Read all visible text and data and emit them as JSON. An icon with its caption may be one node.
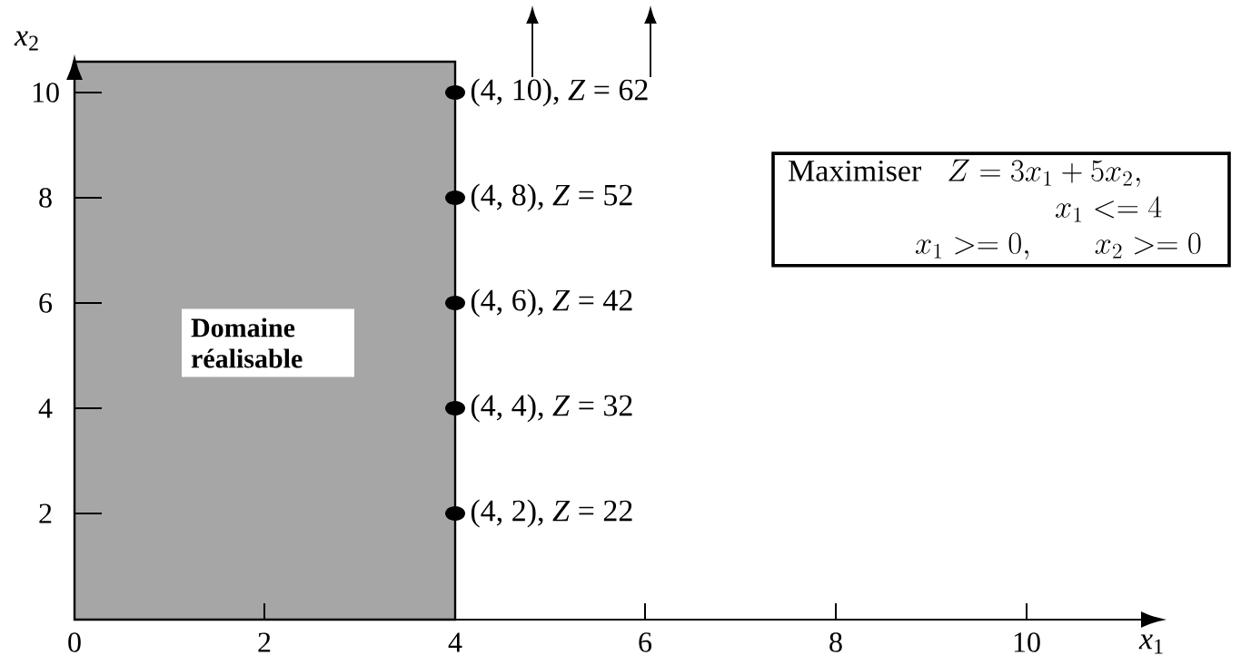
{
  "diagram": {
    "nodes": [
      {
        "text": [
          "Domaine réalisable"
        ]
      },
      {
        "text": [
          "Maximiser",
          "Z = 3x_1 + 5x_2,",
          "x_1<=4",
          "x_1>=0,",
          "x_2>=0"
        ]
      }
    ],
    "labels": [
      "*x*$_{2}$",
      "10",
      "(4, 10), *Z* = 62",
      "8",
      "(4, 8), *Z* = 52",
      "6",
      "(4, 6), *Z* = 42",
      "4",
      "(4, 4), *Z* = 32",
      "2",
      "(4, 2), *Z* = 22",
      "0",
      "2",
      "4",
      "6",
      "8",
      "10",
      "*x*$_{1}$"
    ]
  }
}
